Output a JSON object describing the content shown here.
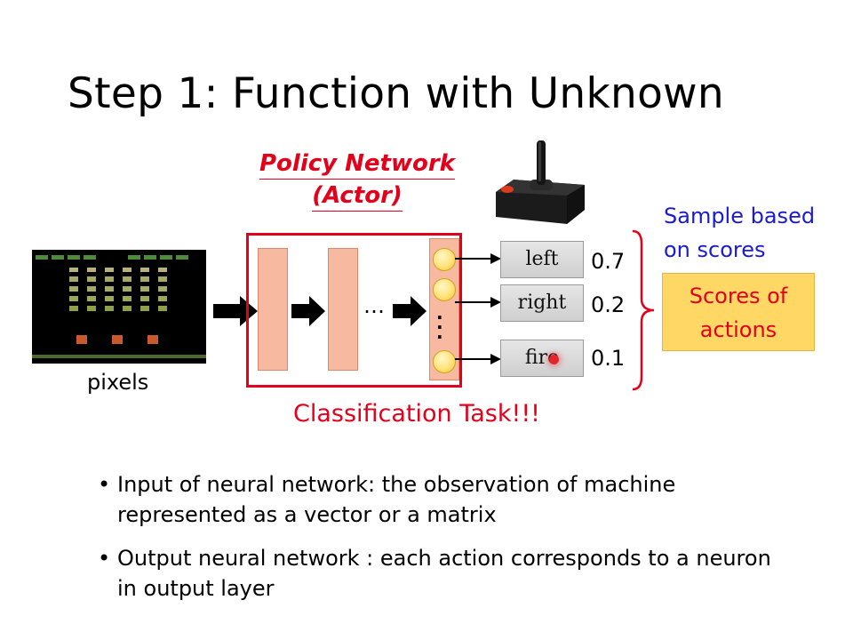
{
  "title": "Step 1: Function with Unknown",
  "policy_network": {
    "line1": "Policy Network",
    "line2": "(Actor)"
  },
  "input_label": "pixels",
  "ellipsis": "…",
  "actions": [
    {
      "label": "left",
      "score": "0.7"
    },
    {
      "label": "right",
      "score": "0.2"
    },
    {
      "label": "fire",
      "score": "0.1"
    }
  ],
  "sample_text": {
    "line1": "Sample based",
    "line2": "on scores"
  },
  "scores_box": {
    "line1": "Scores of",
    "line2": "actions"
  },
  "classification": "Classification Task!!!",
  "bullets": [
    "Input of neural network: the observation of machine represented as a vector or a matrix",
    "Output neural network : each action corresponds to a neuron in output layer"
  ],
  "colors": {
    "accent_red": "#e3001b",
    "blue_text": "#1a1ad1",
    "scores_fill": "#ffd765",
    "layer_fill": "#f7b9a0",
    "neuron_fill": "#ffe27a"
  },
  "icons": {
    "game_screen": "space-invaders-screen",
    "joystick": "atari-joystick-icon"
  }
}
